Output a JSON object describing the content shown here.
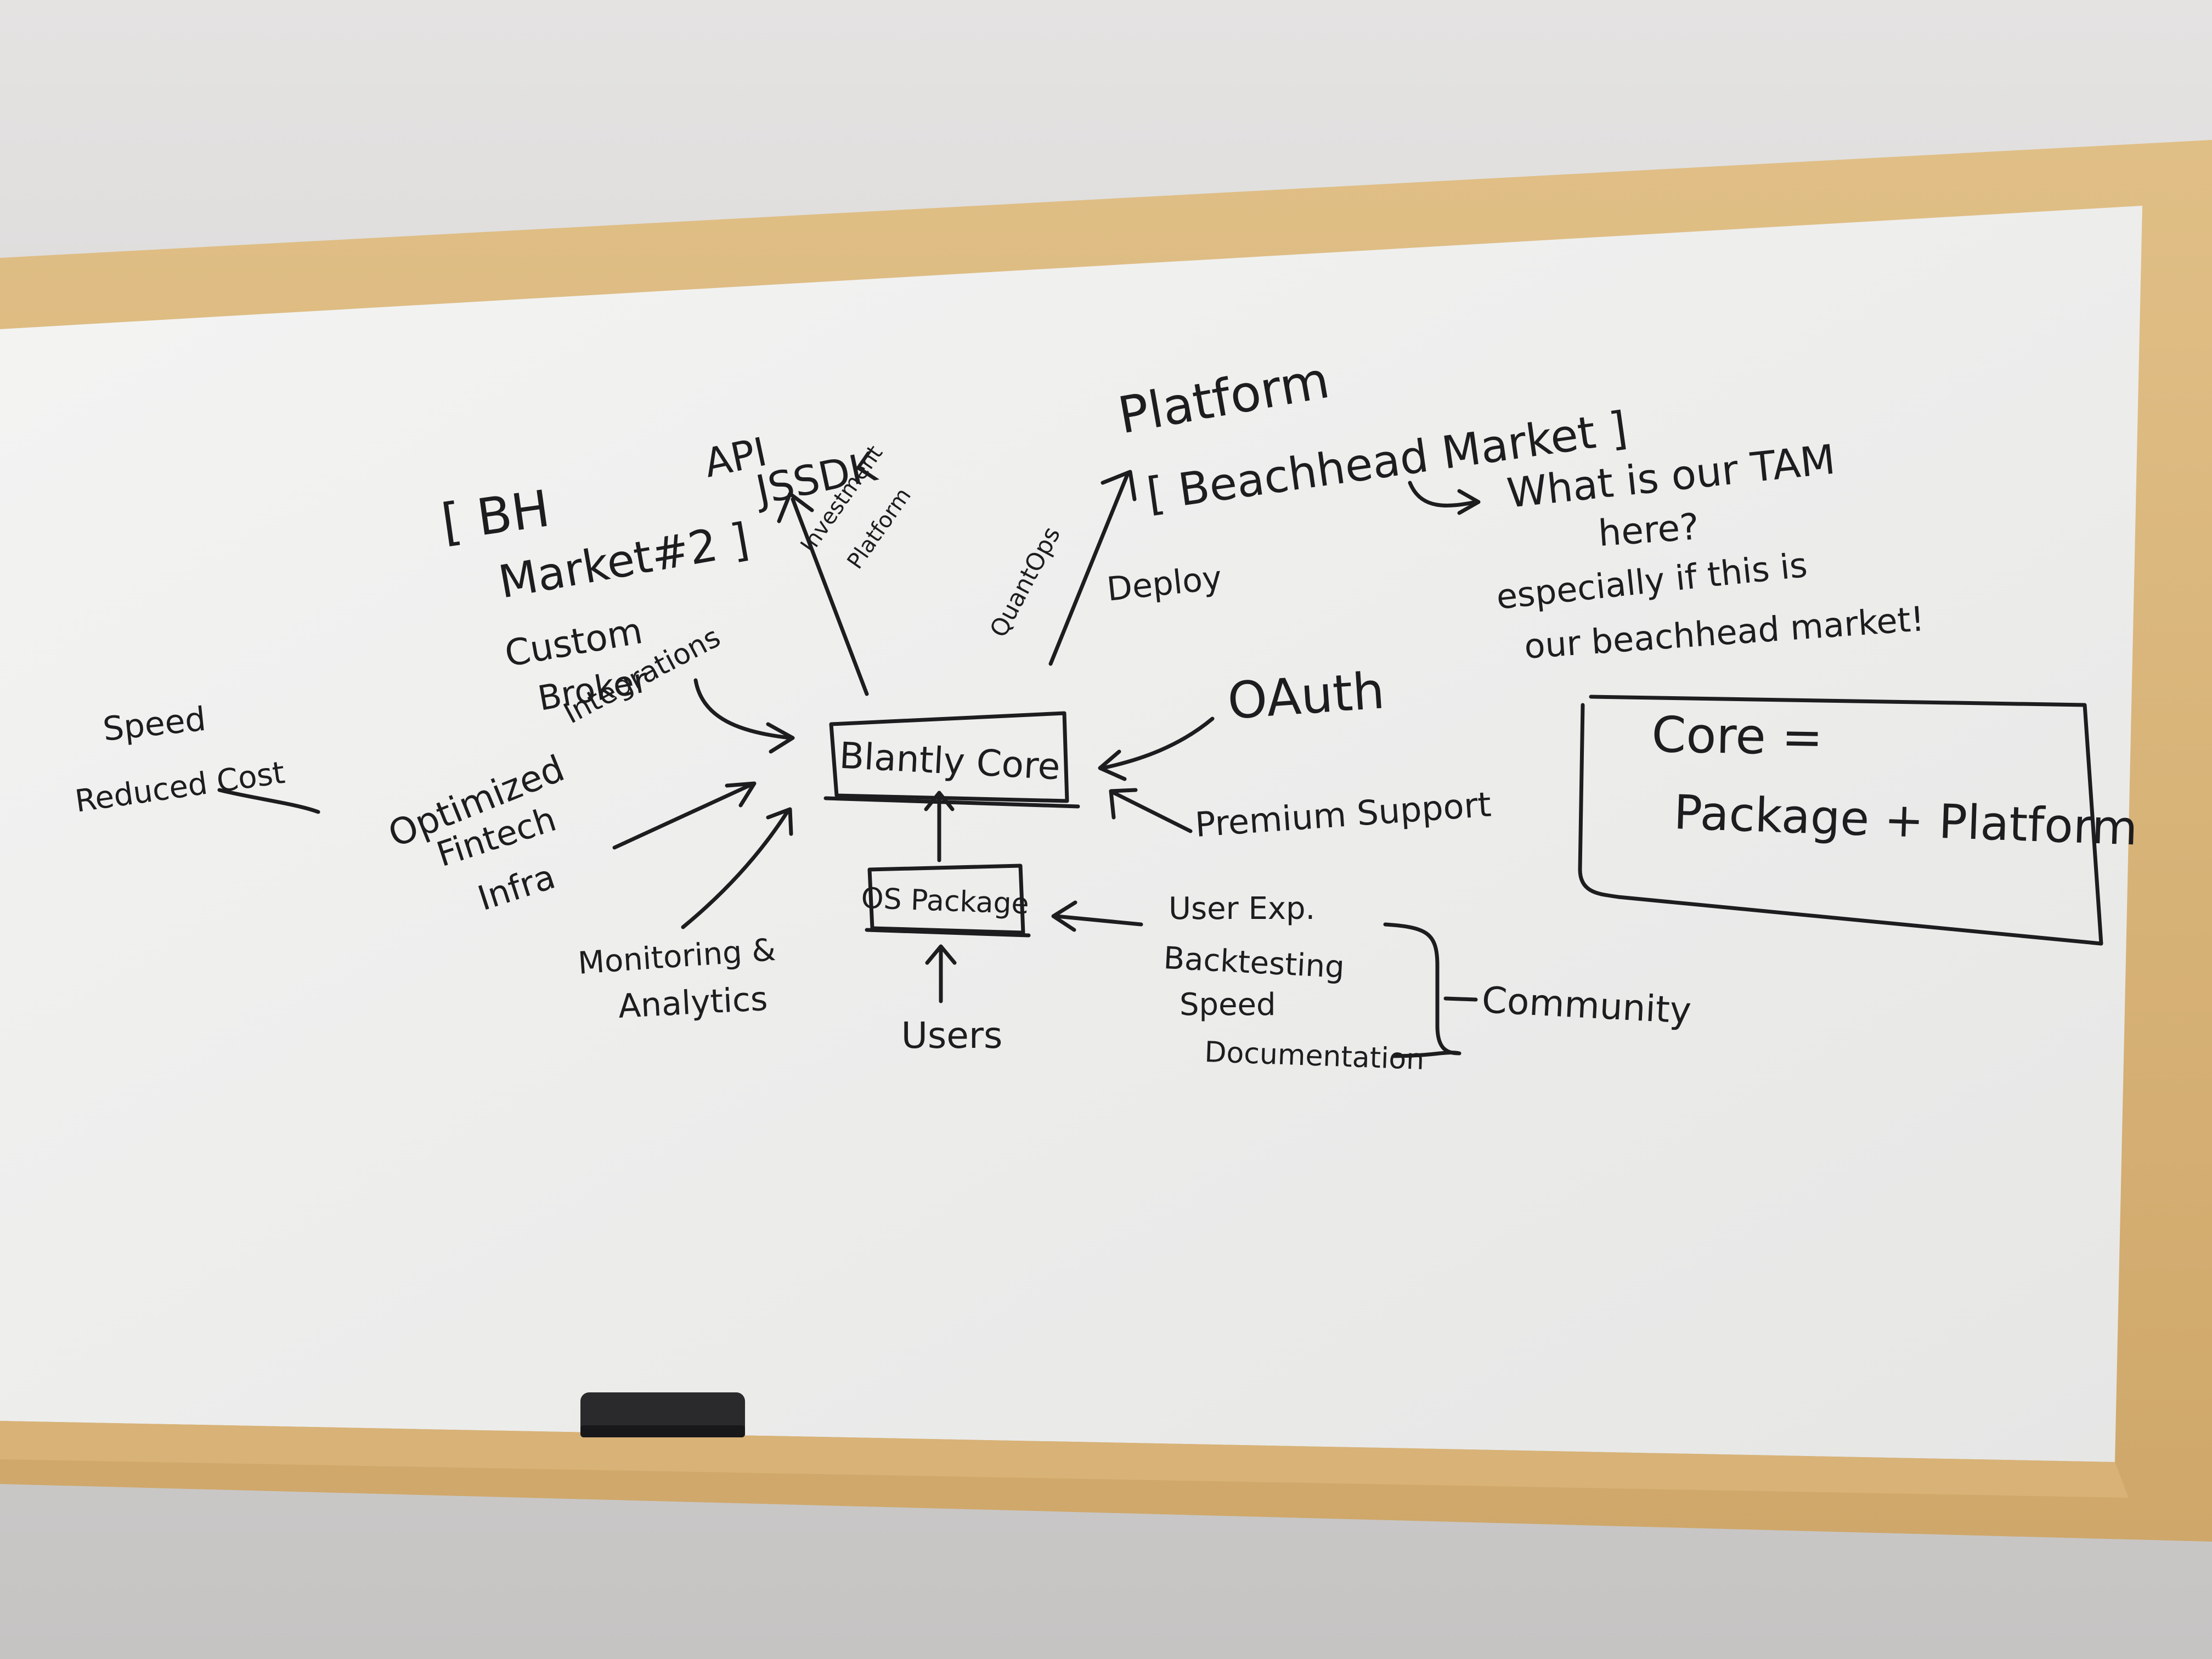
{
  "board": {
    "nodes": {
      "core": "Blantly Core",
      "os_package": "OS Package",
      "users": "Users"
    },
    "labels": {
      "bh_market_2_line1": "[ BH",
      "bh_market_2_line2": "Market#2 ]",
      "api": "API",
      "jssdk": "JSSDK",
      "investment_platform_line1": "Investment",
      "investment_platform_line2": "Platform",
      "quantops": "QuantOps",
      "platform": "Platform",
      "beachhead_market": "[ Beachhead Market ]",
      "deploy": "Deploy",
      "custom_line1": "Custom",
      "custom_line2": "Broker",
      "custom_line3": "Integrations",
      "speed": "Speed",
      "reduced_cost": "Reduced Cost",
      "optimized_line1": "Optimized",
      "optimized_line2": "Fintech",
      "optimized_line3": "Infra",
      "monitoring_line1": "Monitoring &",
      "monitoring_line2": "Analytics",
      "oauth": "OAuth",
      "premium_support": "Premium Support",
      "user_exp": "User Exp.",
      "backtesting": "Backtesting",
      "speed2": "Speed",
      "documentation": "Documentation",
      "community": "Community",
      "tam_line1": "What is our TAM",
      "tam_line2": "here?",
      "tam_line3": "especially if this is",
      "tam_line4": "our beachhead market!",
      "core_def_line1": "Core =",
      "core_def_line2": "Package + Platform"
    }
  }
}
